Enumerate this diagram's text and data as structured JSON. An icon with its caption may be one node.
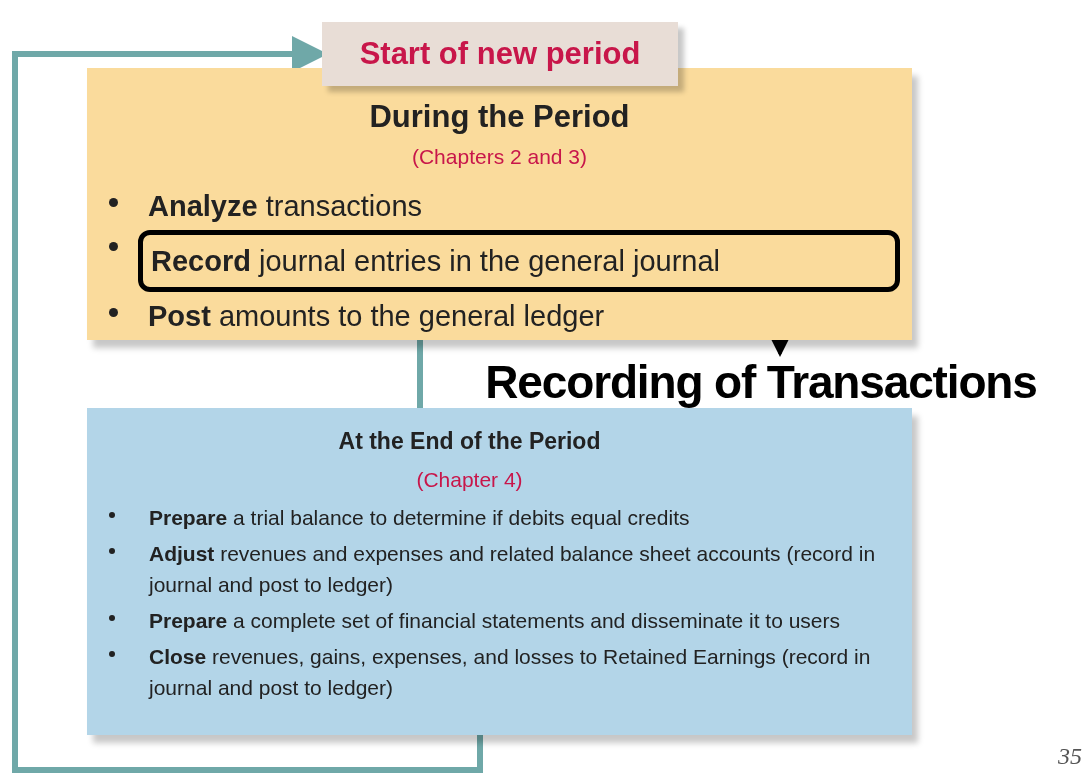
{
  "diagram": {
    "nodes": [
      {
        "text": [
          "Start of new period"
        ]
      },
      {
        "text": [
          "During the Period",
          "(Chapters 2 and 3)",
          "**Analyze** transactions",
          "**Post** amounts to the general ledger"
        ]
      },
      {
        "text": [
          "**Record** journal entries in the general journal"
        ],
        "in": 1
      },
      {
        "text": [
          "Recording of Transactions"
        ]
      },
      {
        "text": [
          "At the End of the Period",
          "(Chapter 4)",
          "**Prepare** a trial balance to determine if debits equal credits",
          "**Adjust** revenues and expenses and related balance sheet accounts (record in journal and post to ledger)",
          "**Prepare** a complete set of financial statements and disseminate it to users",
          "**Close** revenues, gains, expenses, and losses to Retained Earnings (record in journal and post to ledger)"
        ]
      }
    ],
    "edges": [
      {
        "from": 4,
        "to": 0,
        "arrow": "to"
      },
      {
        "from": 1,
        "to": 4,
        "arrow": "none"
      },
      {
        "from": 2,
        "to": 3,
        "arrow": "to",
        "color": "#000000"
      }
    ],
    "labels": [
      "35"
    ]
  }
}
